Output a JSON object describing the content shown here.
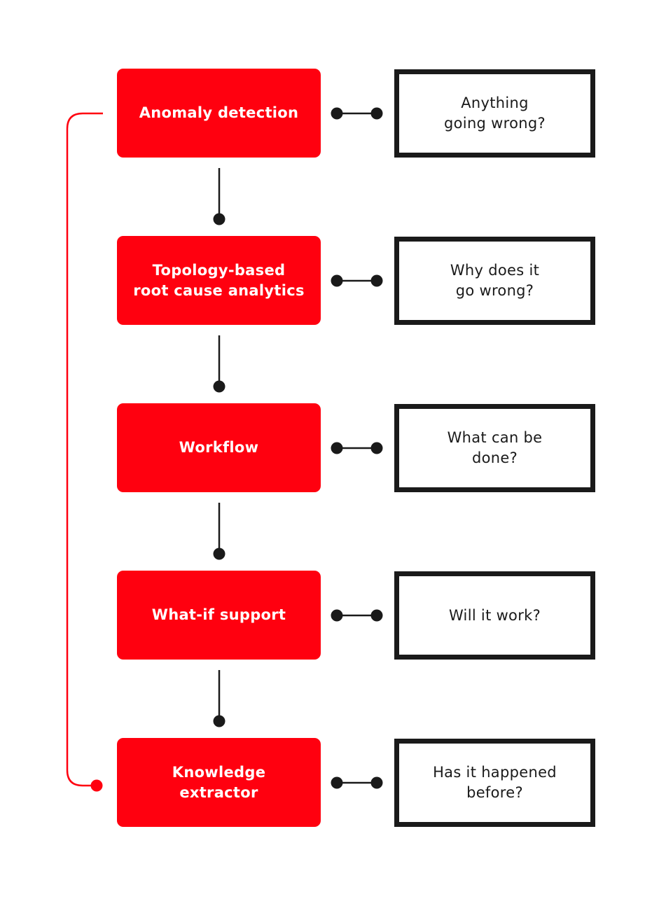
{
  "diagram": {
    "steps": [
      {
        "label": "Anomaly detection",
        "question": "Anything\ngoing wrong?"
      },
      {
        "label": "Topology-based\nroot cause analytics",
        "question": "Why does it\ngo wrong?"
      },
      {
        "label": "Workflow",
        "question": "What can be\ndone?"
      },
      {
        "label": "What-if support",
        "question": "Will it work?"
      },
      {
        "label": "Knowledge\nextractor",
        "question": "Has it happened\nbefore?"
      }
    ],
    "colors": {
      "accent": "#ff000f",
      "ink": "#1a1a1a",
      "background": "#ffffff"
    }
  }
}
